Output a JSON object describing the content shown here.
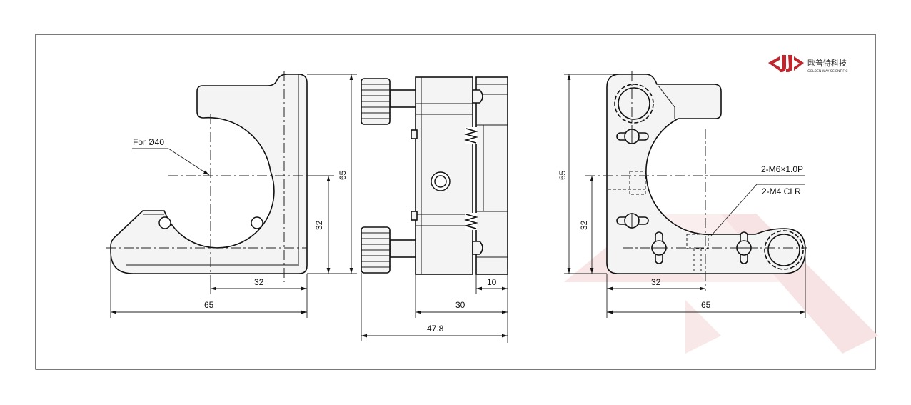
{
  "logo": {
    "brand_cn": "欧普特科技",
    "brand_en": "GOLDEN WAY SCIENTIFIC",
    "color": "#c0262d"
  },
  "front_view": {
    "note": "For Ø40",
    "dim_overall_width": "65",
    "dim_center_offset": "32",
    "dim_center_height": "32",
    "dim_overall_height": "65"
  },
  "side_view": {
    "dim_width_30": "30",
    "dim_width_10": "10",
    "dim_overall_depth": "47.8"
  },
  "rear_view": {
    "dim_overall_height": "65",
    "dim_center_height": "32",
    "dim_center_offset": "32",
    "dim_overall_width": "65",
    "callout_thread": "2-M6×1.0P",
    "callout_clearance": "2-M4  CLR"
  },
  "colors": {
    "line": "#111111",
    "fill": "#f4f4f4",
    "watermark": "#f7e4e4"
  }
}
